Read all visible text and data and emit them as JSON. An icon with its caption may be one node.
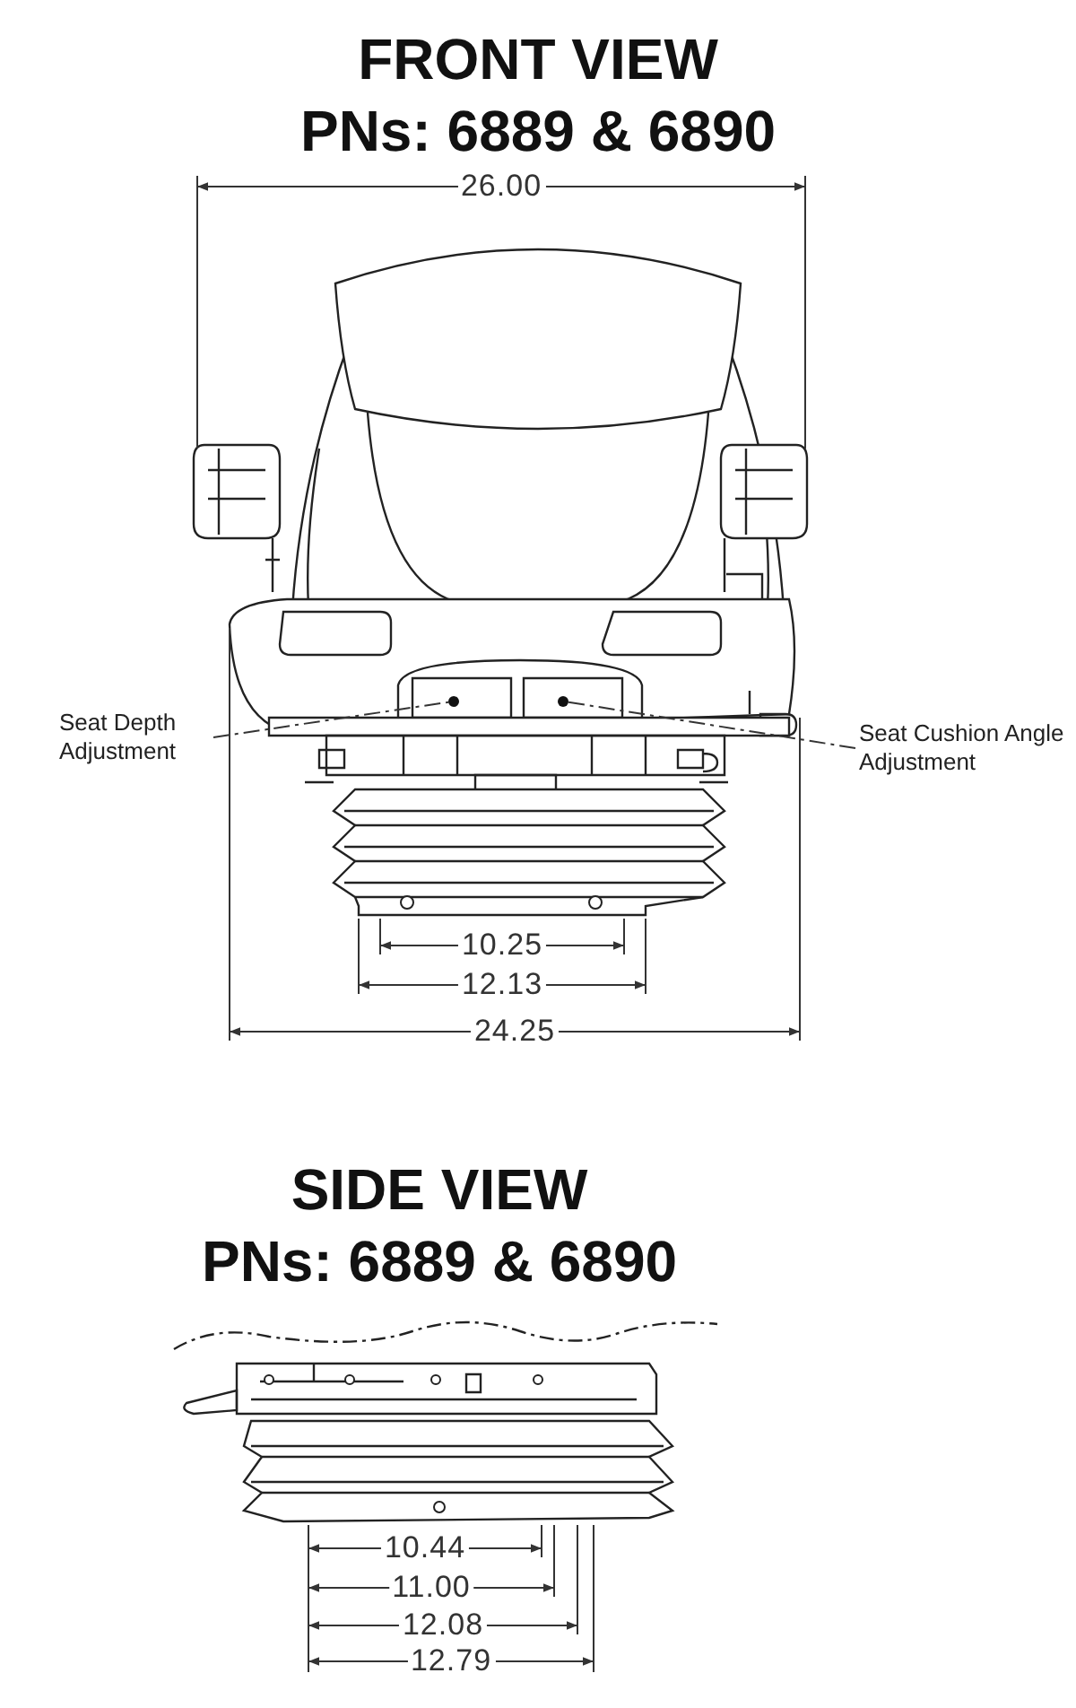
{
  "diagram": {
    "nodes": [
      {
        "text": [
          "Seat Depth Adjustment"
        ]
      },
      {
        "text": [],
        "shape": "circle"
      },
      {
        "text": [
          "Seat Cushion Angle Adjustment"
        ]
      },
      {
        "text": [],
        "shape": "circle"
      }
    ],
    "edges": [
      {
        "from": 0,
        "to": 1,
        "arrow": "none",
        "style": "dashed"
      },
      {
        "from": 2,
        "to": 3,
        "arrow": "none",
        "style": "dashed"
      }
    ],
    "labels": [
      "FRONT VIEW",
      "PNs: 6889 & 6890",
      "26.00",
      "10.25",
      "12.13",
      "24.25",
      "SIDE VIEW",
      "PNs: 6889 & 6890",
      "10.44",
      "11.00",
      "12.08",
      "12.79"
    ]
  }
}
